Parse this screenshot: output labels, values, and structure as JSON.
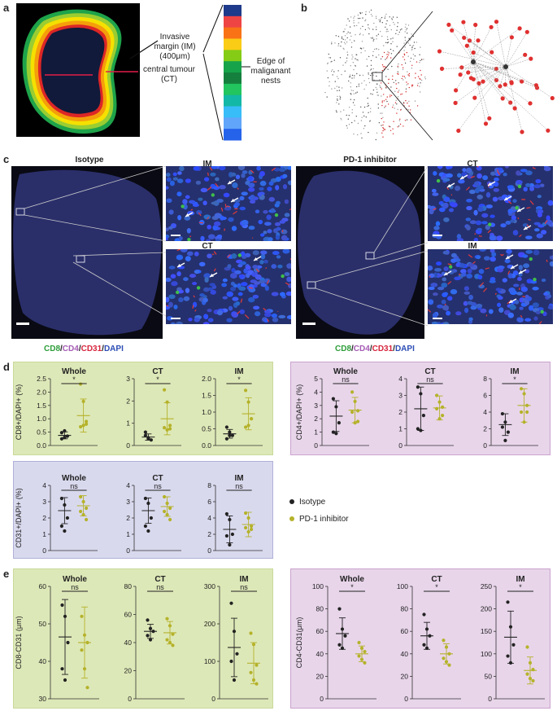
{
  "panels": {
    "a": {
      "letter": "a",
      "im_label_l1": "Invasive",
      "im_label_l2": "margin (IM)",
      "im_label_l3": "(400μm)",
      "ct_label_l1": "central tumour",
      "ct_label_l2": "(CT)",
      "edge_label_l1": "Edge of",
      "edge_label_l2": "maliganant",
      "edge_label_l3": "nests",
      "colors": [
        "#1e3a8a",
        "#ef4444",
        "#f97316",
        "#facc15",
        "#84cc16",
        "#16a34a",
        "#15803d",
        "#22c55e",
        "#14b8a6",
        "#38bdf8",
        "#60a5fa",
        "#2563eb"
      ]
    },
    "b": {
      "letter": "b"
    },
    "c": {
      "letter": "c",
      "isotype_title": "Isotype",
      "pd1_title": "PD-1 inhibitor",
      "iso_top_label": "IM",
      "iso_bot_label": "CT",
      "pd1_top_label": "CT",
      "pd1_bot_label": "IM",
      "stain": {
        "cd8": "CD8",
        "cd4": "CD4",
        "cd31": "CD31",
        "dapi": "DAPI",
        "sep": "/"
      },
      "stain_colors": {
        "cd8": "#2e9e3a",
        "cd4": "#a55bb5",
        "cd31": "#d7263d",
        "dapi": "#2c4db5"
      }
    },
    "d": {
      "letter": "d"
    },
    "e": {
      "letter": "e"
    }
  },
  "legend": {
    "isotype": "Isotype",
    "pd1": "PD-1 inhibitor",
    "isotype_color": "#222222",
    "pd1_color": "#b5b22a"
  },
  "colors": {
    "green_bg": "#dde8b8",
    "purple_bg": "#e8d5ea",
    "blue_bg": "#d9d9ee"
  },
  "chart_data": [
    {
      "id": "d-cd8-whole",
      "type": "scatter",
      "group": "d-cd8",
      "title": "Whole",
      "ylabel": "CD8+/DAPI+ (%)",
      "ylim": [
        0,
        2.5
      ],
      "yticks": [
        "0.0",
        "0.5",
        "1.0",
        "1.5",
        "2.0",
        "2.5"
      ],
      "sig": "*",
      "series": [
        {
          "name": "Isotype",
          "values": [
            0.48,
            0.55,
            0.35,
            0.25,
            0.3
          ],
          "mean": 0.38,
          "sd": 0.13
        },
        {
          "name": "PD-1 inhibitor",
          "values": [
            2.3,
            1.65,
            0.9,
            0.7,
            0.75,
            0.8
          ],
          "mean": 1.12,
          "sd": 0.62
        }
      ]
    },
    {
      "id": "d-cd8-ct",
      "type": "scatter",
      "group": "d-cd8",
      "title": "CT",
      "ylabel": "",
      "ylim": [
        0,
        3
      ],
      "yticks": [
        "0",
        "1",
        "2",
        "3"
      ],
      "sig": "*",
      "series": [
        {
          "name": "Isotype",
          "values": [
            0.6,
            0.35,
            0.25,
            0.45,
            0.3
          ],
          "mean": 0.38,
          "sd": 0.14
        },
        {
          "name": "PD-1 inhibitor",
          "values": [
            2.5,
            1.95,
            0.9,
            0.8,
            0.7,
            0.75
          ],
          "mean": 1.2,
          "sd": 0.72
        }
      ]
    },
    {
      "id": "d-cd8-im",
      "type": "scatter",
      "group": "d-cd8",
      "title": "IM",
      "ylabel": "",
      "ylim": [
        0,
        2
      ],
      "yticks": [
        "0.0",
        "0.5",
        "1.0",
        "1.5",
        "2.0"
      ],
      "sig": "*",
      "series": [
        {
          "name": "Isotype",
          "values": [
            0.55,
            0.4,
            0.3,
            0.2,
            0.3
          ],
          "mean": 0.35,
          "sd": 0.13
        },
        {
          "name": "PD-1 inhibitor",
          "values": [
            1.65,
            1.3,
            0.8,
            0.55,
            0.6,
            0.8
          ],
          "mean": 0.95,
          "sd": 0.48
        }
      ]
    },
    {
      "id": "d-cd4-whole",
      "type": "scatter",
      "group": "d-cd4",
      "title": "Whole",
      "ylabel": "CD4+/DAPI+ (%)",
      "ylim": [
        0,
        5
      ],
      "yticks": [
        "0",
        "1",
        "2",
        "3",
        "4",
        "5"
      ],
      "sig": "ns",
      "series": [
        {
          "name": "Isotype",
          "values": [
            3.5,
            2.9,
            1.7,
            1.0,
            0.9
          ],
          "mean": 2.2,
          "sd": 1.15
        },
        {
          "name": "PD-1 inhibitor",
          "values": [
            4.0,
            3.3,
            2.6,
            2.5,
            1.7,
            1.8
          ],
          "mean": 2.65,
          "sd": 0.95
        }
      ]
    },
    {
      "id": "d-cd4-ct",
      "type": "scatter",
      "group": "d-cd4",
      "title": "CT",
      "ylabel": "",
      "ylim": [
        0,
        4
      ],
      "yticks": [
        "0",
        "1",
        "2",
        "3",
        "4"
      ],
      "sig": "ns",
      "series": [
        {
          "name": "Isotype",
          "values": [
            3.5,
            3.1,
            1.8,
            1.0,
            0.9
          ],
          "mean": 2.2,
          "sd": 1.3
        },
        {
          "name": "PD-1 inhibitor",
          "values": [
            3.0,
            2.6,
            2.3,
            2.2,
            1.6,
            1.8
          ],
          "mean": 2.25,
          "sd": 0.72
        }
      ]
    },
    {
      "id": "d-cd4-im",
      "type": "scatter",
      "group": "d-cd4",
      "title": "IM",
      "ylabel": "",
      "ylim": [
        0,
        8
      ],
      "yticks": [
        "0",
        "2",
        "4",
        "6",
        "8"
      ],
      "sig": "*",
      "series": [
        {
          "name": "Isotype",
          "values": [
            3.8,
            2.8,
            1.6,
            2.2,
            0.6
          ],
          "mean": 2.5,
          "sd": 1.3
        },
        {
          "name": "PD-1 inhibitor",
          "values": [
            6.8,
            6.2,
            4.8,
            4.0,
            2.8,
            4.0
          ],
          "mean": 4.8,
          "sd": 2.0
        }
      ]
    },
    {
      "id": "d-cd31-whole",
      "type": "scatter",
      "group": "d-cd31",
      "title": "Whole",
      "ylabel": "CD31+/DAPI+ (%)",
      "ylim": [
        0,
        4
      ],
      "yticks": [
        "0",
        "1",
        "2",
        "3",
        "4"
      ],
      "sig": "ns",
      "series": [
        {
          "name": "Isotype",
          "values": [
            3.2,
            2.8,
            2.0,
            1.5,
            1.2
          ],
          "mean": 2.45,
          "sd": 0.8
        },
        {
          "name": "PD-1 inhibitor",
          "values": [
            3.3,
            3.0,
            2.6,
            2.4,
            2.2,
            1.9
          ],
          "mean": 2.75,
          "sd": 0.62
        }
      ]
    },
    {
      "id": "d-cd31-ct",
      "type": "scatter",
      "group": "d-cd31",
      "title": "CT",
      "ylabel": "",
      "ylim": [
        0,
        4
      ],
      "yticks": [
        "0",
        "1",
        "2",
        "3",
        "4"
      ],
      "sig": "ns",
      "series": [
        {
          "name": "Isotype",
          "values": [
            3.2,
            2.9,
            2.0,
            1.5,
            1.2
          ],
          "mean": 2.45,
          "sd": 0.78
        },
        {
          "name": "PD-1 inhibitor",
          "values": [
            3.3,
            2.9,
            2.6,
            2.4,
            2.2,
            1.9
          ],
          "mean": 2.7,
          "sd": 0.6
        }
      ]
    },
    {
      "id": "d-cd31-im",
      "type": "scatter",
      "group": "d-cd31",
      "title": "IM",
      "ylabel": "",
      "ylim": [
        0,
        8
      ],
      "yticks": [
        "0",
        "2",
        "4",
        "6",
        "8"
      ],
      "sig": "ns",
      "series": [
        {
          "name": "Isotype",
          "values": [
            4.5,
            3.8,
            2.0,
            1.8,
            0.7
          ],
          "mean": 2.6,
          "sd": 1.65
        },
        {
          "name": "PD-1 inhibitor",
          "values": [
            4.6,
            4.0,
            3.0,
            2.8,
            2.3,
            2.6
          ],
          "mean": 3.2,
          "sd": 1.5
        }
      ]
    },
    {
      "id": "e-cd8-whole",
      "type": "scatter",
      "group": "e-cd8",
      "title": "Whole",
      "ylabel": "CD8-CD31 (μm)",
      "ylim": [
        30,
        60
      ],
      "yticks": [
        "30",
        "40",
        "50",
        "60"
      ],
      "sig": "ns",
      "series": [
        {
          "name": "Isotype",
          "values": [
            55,
            52,
            45,
            38,
            35
          ],
          "mean": 46.5,
          "sd": 10
        },
        {
          "name": "PD-1 inhibitor",
          "values": [
            52,
            47,
            45,
            43,
            38,
            33
          ],
          "mean": 45,
          "sd": 9.5
        }
      ]
    },
    {
      "id": "e-cd8-ct",
      "type": "scatter",
      "group": "e-cd8",
      "title": "CT",
      "ylabel": "",
      "ylim": [
        0,
        80
      ],
      "yticks": [
        "0",
        "20",
        "40",
        "60",
        "80"
      ],
      "sig": "ns",
      "series": [
        {
          "name": "Isotype",
          "values": [
            56,
            50,
            48,
            45,
            42
          ],
          "mean": 48,
          "sd": 5
        },
        {
          "name": "PD-1 inhibitor",
          "values": [
            57,
            52,
            46,
            42,
            40,
            38
          ],
          "mean": 47,
          "sd": 8
        }
      ]
    },
    {
      "id": "e-cd8-im",
      "type": "scatter",
      "group": "e-cd8",
      "title": "IM",
      "ylabel": "",
      "ylim": [
        0,
        300
      ],
      "yticks": [
        "0",
        "100",
        "200",
        "300"
      ],
      "sig": "ns",
      "series": [
        {
          "name": "Isotype",
          "values": [
            255,
            180,
            120,
            100,
            50
          ],
          "mean": 137,
          "sd": 78
        },
        {
          "name": "PD-1 inhibitor",
          "values": [
            175,
            145,
            90,
            70,
            50,
            40
          ],
          "mean": 95,
          "sd": 55
        }
      ]
    },
    {
      "id": "e-cd4-whole",
      "type": "scatter",
      "group": "e-cd4",
      "title": "Whole",
      "ylabel": "CD4-CD31(μm)",
      "ylim": [
        0,
        100
      ],
      "yticks": [
        "0",
        "20",
        "40",
        "60",
        "80",
        "100"
      ],
      "sig": "*",
      "series": [
        {
          "name": "Isotype",
          "values": [
            80,
            62,
            56,
            48,
            45
          ],
          "mean": 58,
          "sd": 14
        },
        {
          "name": "PD-1 inhibitor",
          "values": [
            50,
            45,
            42,
            38,
            35,
            32
          ],
          "mean": 40,
          "sd": 7
        }
      ]
    },
    {
      "id": "e-cd4-ct",
      "type": "scatter",
      "group": "e-cd4",
      "title": "CT",
      "ylabel": "",
      "ylim": [
        0,
        100
      ],
      "yticks": [
        "0",
        "20",
        "40",
        "60",
        "80",
        "100"
      ],
      "sig": "*",
      "series": [
        {
          "name": "Isotype",
          "values": [
            75,
            62,
            56,
            48,
            45
          ],
          "mean": 56,
          "sd": 12
        },
        {
          "name": "PD-1 inhibitor",
          "values": [
            52,
            46,
            40,
            36,
            33,
            30
          ],
          "mean": 40,
          "sd": 9
        }
      ]
    },
    {
      "id": "e-cd4-im",
      "type": "scatter",
      "group": "e-cd4",
      "title": "IM",
      "ylabel": "",
      "ylim": [
        0,
        250
      ],
      "yticks": [
        "0",
        "50",
        "100",
        "150",
        "200",
        "250"
      ],
      "sig": "*",
      "series": [
        {
          "name": "Isotype",
          "values": [
            215,
            160,
            120,
            95,
            80
          ],
          "mean": 137,
          "sd": 58
        },
        {
          "name": "PD-1 inhibitor",
          "values": [
            115,
            80,
            65,
            55,
            45,
            40
          ],
          "mean": 63,
          "sd": 30
        }
      ]
    }
  ]
}
